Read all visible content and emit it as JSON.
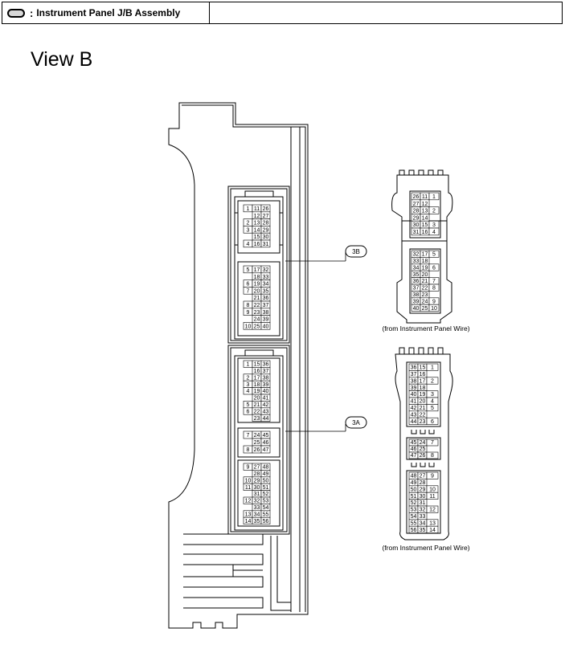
{
  "legend": {
    "text": "Instrument Panel J/B Assembly",
    "separator": ":"
  },
  "view_title": "View B",
  "connectors": {
    "3B": {
      "label": "3B",
      "caption": "(from Instrument Panel Wire)",
      "upper": [
        [
          "26",
          "11",
          "1"
        ],
        [
          "27",
          "12",
          ""
        ],
        [
          "28",
          "13",
          "2"
        ],
        [
          "29",
          "14",
          ""
        ],
        [
          "30",
          "15",
          "3"
        ],
        [
          "31",
          "16",
          "4"
        ]
      ],
      "lower": [
        [
          "32",
          "17",
          "5"
        ],
        [
          "33",
          "18",
          ""
        ],
        [
          "34",
          "19",
          "6"
        ],
        [
          "35",
          "20",
          ""
        ],
        [
          "36",
          "21",
          "7"
        ],
        [
          "37",
          "22",
          "8"
        ],
        [
          "38",
          "23",
          ""
        ],
        [
          "39",
          "24",
          "9"
        ],
        [
          "40",
          "25",
          "10"
        ]
      ]
    },
    "3A": {
      "label": "3A",
      "caption": "(from Instrument Panel Wire)",
      "section1": [
        [
          "36",
          "15",
          "1"
        ],
        [
          "37",
          "16",
          ""
        ],
        [
          "38",
          "17",
          "2"
        ],
        [
          "39",
          "18",
          ""
        ],
        [
          "40",
          "19",
          "3"
        ],
        [
          "41",
          "20",
          "4"
        ],
        [
          "42",
          "21",
          "5"
        ],
        [
          "43",
          "22",
          ""
        ],
        [
          "44",
          "23",
          "6"
        ]
      ],
      "section2": [
        [
          "45",
          "24",
          "7"
        ],
        [
          "46",
          "25",
          ""
        ],
        [
          "47",
          "26",
          "8"
        ]
      ],
      "section3": [
        [
          "48",
          "27",
          "9"
        ],
        [
          "49",
          "28",
          ""
        ],
        [
          "50",
          "29",
          "10"
        ],
        [
          "51",
          "30",
          "11"
        ],
        [
          "52",
          "31",
          ""
        ],
        [
          "53",
          "32",
          "12"
        ],
        [
          "54",
          "33",
          ""
        ],
        [
          "55",
          "34",
          "13"
        ],
        [
          "56",
          "35",
          "14"
        ]
      ]
    }
  },
  "jb_3b": {
    "upper": [
      [
        "1",
        "11",
        "26"
      ],
      [
        "",
        "12",
        "27"
      ],
      [
        "2",
        "13",
        "28"
      ],
      [
        "3",
        "14",
        "29"
      ],
      [
        "",
        "15",
        "30"
      ],
      [
        "4",
        "16",
        "31"
      ]
    ],
    "lower": [
      [
        "5",
        "17",
        "32"
      ],
      [
        "",
        "18",
        "33"
      ],
      [
        "6",
        "19",
        "34"
      ],
      [
        "7",
        "20",
        "35"
      ],
      [
        "",
        "21",
        "36"
      ],
      [
        "8",
        "22",
        "37"
      ],
      [
        "9",
        "23",
        "38"
      ],
      [
        "",
        "24",
        "39"
      ],
      [
        "10",
        "25",
        "40"
      ]
    ]
  },
  "jb_3a": {
    "section1": [
      [
        "1",
        "15",
        "36"
      ],
      [
        "",
        "16",
        "37"
      ],
      [
        "2",
        "17",
        "38"
      ],
      [
        "3",
        "18",
        "39"
      ],
      [
        "4",
        "19",
        "40"
      ],
      [
        "",
        "20",
        "41"
      ],
      [
        "5",
        "21",
        "42"
      ],
      [
        "6",
        "22",
        "43"
      ],
      [
        "",
        "23",
        "44"
      ]
    ],
    "section2": [
      [
        "7",
        "24",
        "45"
      ],
      [
        "",
        "25",
        "46"
      ],
      [
        "8",
        "26",
        "47"
      ]
    ],
    "section3": [
      [
        "9",
        "27",
        "48"
      ],
      [
        "",
        "28",
        "49"
      ],
      [
        "10",
        "29",
        "50"
      ],
      [
        "11",
        "30",
        "51"
      ],
      [
        "",
        "31",
        "52"
      ],
      [
        "12",
        "32",
        "53"
      ],
      [
        "",
        "33",
        "54"
      ],
      [
        "13",
        "34",
        "55"
      ],
      [
        "14",
        "35",
        "56"
      ]
    ]
  }
}
